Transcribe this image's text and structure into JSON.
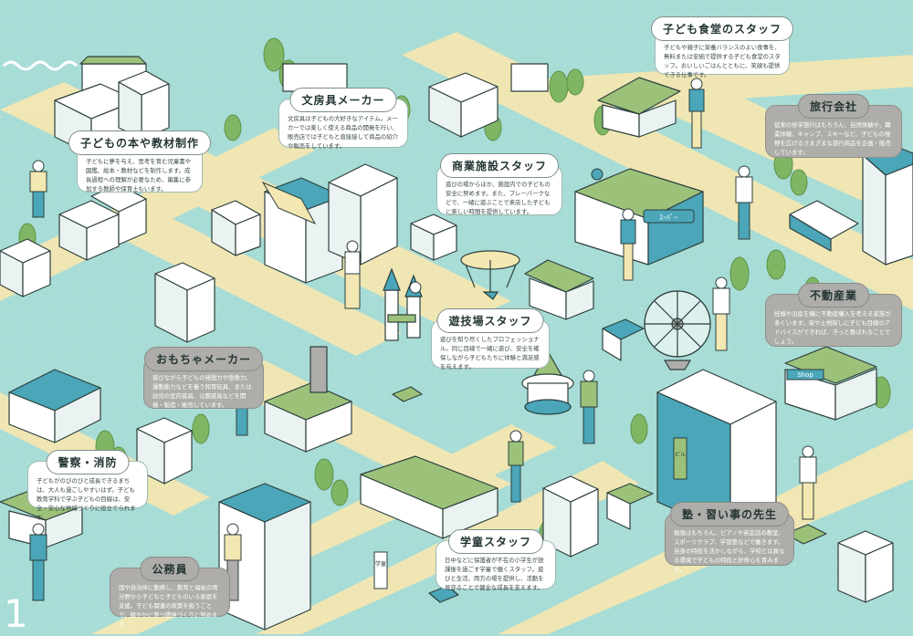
{
  "page": {
    "number": "1"
  },
  "cards": [
    {
      "id": "kodomo-shokudo",
      "title": "子ども食堂のスタッフ",
      "desc": "子どもや親子に栄養バランスのよい食事を、無料または安価で提供する子ども食堂のスタッフ。おいしいごはんとともに、笑顔も提供できる仕事です。"
    },
    {
      "id": "ryoko-gaisha",
      "title": "旅行会社",
      "desc": "従来の修学旅行はもちろん、自然体験や、職業体験、キャンプ、スキーなど、子どもの視野を広げるさまざまな旅行商品を企画・販売しています。"
    },
    {
      "id": "bunbougu-maker",
      "title": "文房具メーカー",
      "desc": "文房具は子どもの大好きなアイテム。メーカーでは楽しく使える商品の開発を行い、販売店では子どもと直接接して商品の紹介や販売をしています。"
    },
    {
      "id": "hon-kyozai",
      "title": "子どもの本や教材制作",
      "desc": "子どもに夢を与え、思考を育む児童書や図鑑、絵本・教材などを制作します。成長過程への理解が必要なため、編集に参加する教師や保育士もいます。"
    },
    {
      "id": "shogyo-shisetsu",
      "title": "商業施設スタッフ",
      "desc": "遊びの場からほか、施設内での子どもの安全に努めます。また、プレーパークなどで、一緒に遊ぶことで来店した子どもに楽しい時間を提供しています。"
    },
    {
      "id": "fudosan",
      "title": "不動産業",
      "desc": "妊娠や出産を機に不動産購入を考える家族が多くいます。家や土地探しに子ども目線のアドバイスができれば、きっと喜ばれることでしょう。"
    },
    {
      "id": "yugijo",
      "title": "遊技場スタッフ",
      "desc": "遊びを知り尽くしたプロフェッショナル。同じ目線で一緒に遊び、安全を確保しながら子どもたちに体験と満足感を与えます。"
    },
    {
      "id": "omocha-maker",
      "title": "おもちゃメーカー",
      "desc": "遊びながら子どもの発想力や想像力、運動能力などを養う知育玩具、または幼児の室内遊具、公園遊具などを開発・製造・販売しています。"
    },
    {
      "id": "keisatsu",
      "title": "警察・消防",
      "desc": "子どもがのびのびと成長できるまちは、大人も過ごしやすいはず。子ども教育学科で学ぶ子どもの目線は、安全・安心な地域づくりに役立てられます。"
    },
    {
      "id": "juku",
      "title": "塾・習い事の先生",
      "desc": "勉強はもちろん、ピアノや英会話の教室、スポーツクラブ、学習塾などで働きます。自身の特技を活かしながら、学校とは異なる環境で子どもの特技と好奇心を育みます。"
    },
    {
      "id": "gakudo",
      "title": "学童スタッフ",
      "desc": "日中などに保護者が不在の小学生が放課後を過ごす学童で働くスタッフ。遊びと生活、両方の場を提供し、活動を見守ることで健全な成長を支えます。"
    },
    {
      "id": "komuin",
      "title": "公務員",
      "desc": "国や自治体に勤務し、教育と福祉の両分野から子どもと子どものいる家庭を支援。子ども関連の政策を担うことで、健やかに育つ環境づくりに努めます。"
    }
  ],
  "signs": {
    "supermarket": "ｽｰﾊﾟｰ",
    "shop": "Shop",
    "gakudo_sign": "学童",
    "tower_sign": "ビル"
  },
  "colors": {
    "background": "#a8dcd6",
    "road": "#f3e7b2",
    "building_white": "#ffffff",
    "roof_green": "#9cc27a",
    "roof_blue": "#4aa6b8",
    "tree": "#7fb663",
    "outline": "#2e3f3d",
    "card_gray": "#aeadaa"
  }
}
